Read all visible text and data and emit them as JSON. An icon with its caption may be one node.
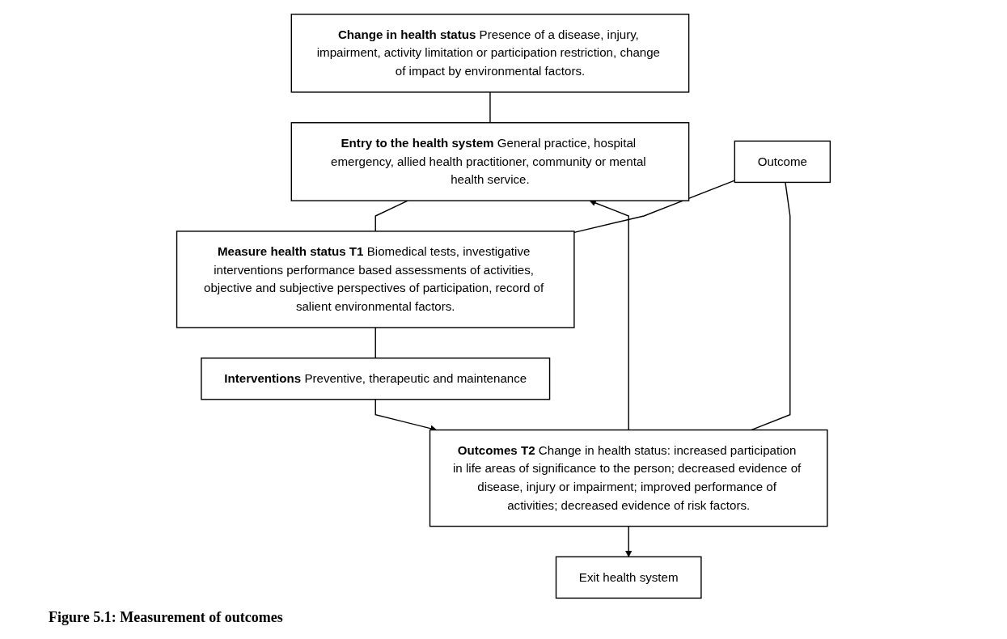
{
  "diagram": {
    "caption": "Figure 5.1: Measurement of outcomes",
    "nodes": [
      {
        "text": [
          "Change in health status",
          "Presence of a disease, injury, impairment, activity limitation or participation restriction, change of impact by environmental factors."
        ]
      },
      {
        "text": [
          "Entry to the health system",
          "General practice, hospital emergency, allied health practitioner, community or mental health service."
        ]
      },
      {
        "text": [
          "Measure health status T1",
          "Biomedical tests, investigative interventions performance based assessments of activities, objective and subjective perspectives of participation, record of salient environmental factors."
        ]
      },
      {
        "text": [
          "Interventions",
          "Preventive, therapeutic and maintenance"
        ]
      },
      {
        "text": [
          "Outcome"
        ]
      },
      {
        "text": [
          "Outcomes T2",
          "Change in health status: increased participation in life areas of significance to the person; decreased evidence of disease, injury or impairment; improved performance of activities; decreased evidence of risk factors."
        ]
      },
      {
        "text": [
          "Exit health system"
        ]
      }
    ],
    "edges": [
      {
        "from": 0,
        "to": 1,
        "arrow": "none"
      },
      {
        "from": 1,
        "to": 2,
        "arrow": "none"
      },
      {
        "from": 2,
        "to": 3,
        "arrow": "none"
      },
      {
        "from": 3,
        "to": 5,
        "arrow": "to"
      },
      {
        "from": 4,
        "to": 2,
        "arrow": "none"
      },
      {
        "from": 4,
        "to": 5,
        "arrow": "none"
      },
      {
        "from": 5,
        "to": 6,
        "arrow": "to"
      },
      {
        "from": 5,
        "to": 1,
        "arrow": "to"
      }
    ]
  }
}
